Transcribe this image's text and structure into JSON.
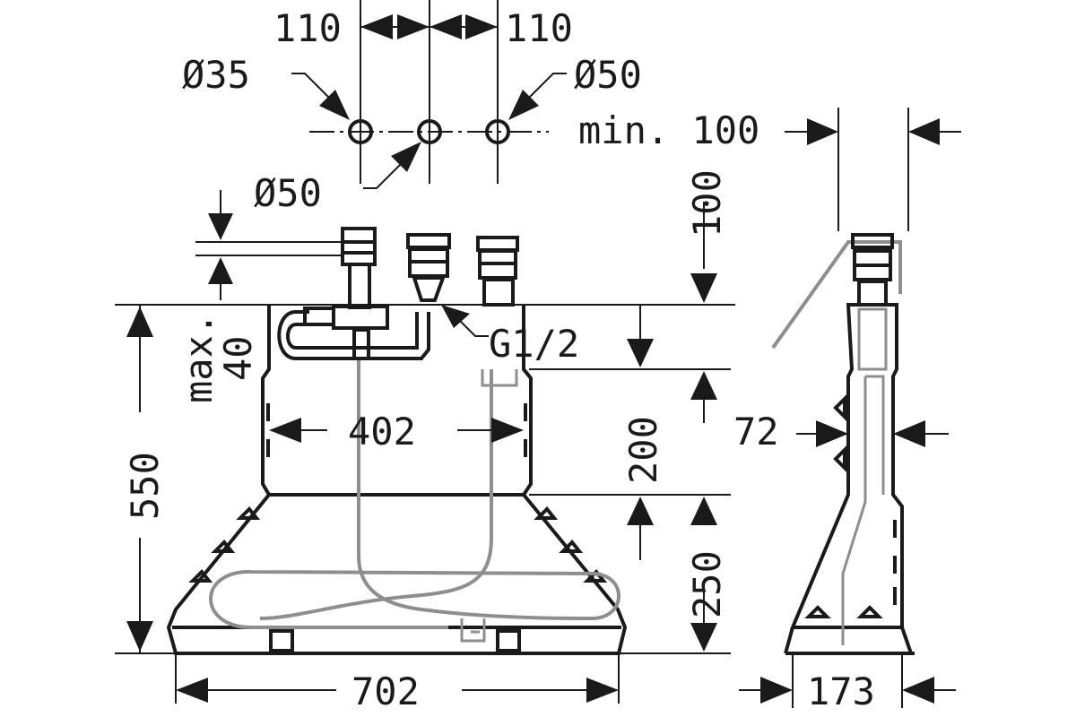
{
  "labels": {
    "spacing_left": "110",
    "spacing_right": "110",
    "hole_left": "Ø35",
    "hole_right": "Ø50",
    "hole_mid": "Ø50",
    "min_clearance": "min. 100",
    "top_height": "100",
    "max_height": "max.",
    "max_value": "40",
    "thread": "G1/2",
    "total_height": "550",
    "upper_height": "200",
    "lower_height": "250",
    "inner_width": "402",
    "total_width": "702",
    "side_width": "72",
    "side_depth": "173"
  }
}
